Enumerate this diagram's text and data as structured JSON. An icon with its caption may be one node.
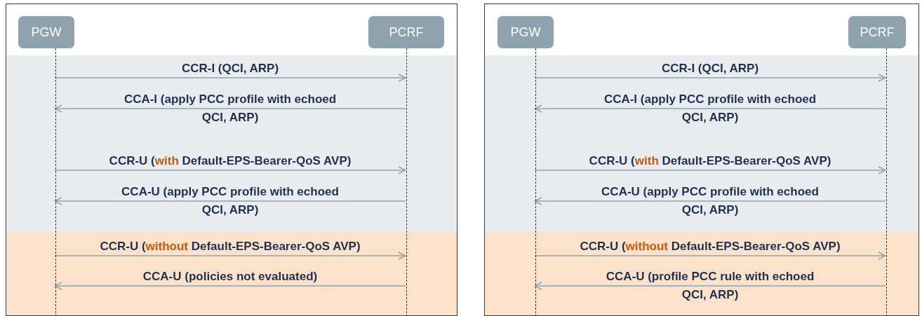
{
  "diagram": {
    "nodes": [
      {
        "text": [],
        "shape": "box"
      },
      {
        "text": [
          "PGW"
        ],
        "in": 0
      },
      {
        "text": [
          "PCRF"
        ],
        "in": 0
      },
      {
        "text": [],
        "shape": "box"
      },
      {
        "text": [
          "PGW"
        ],
        "in": 3
      },
      {
        "text": [
          "PCRF"
        ],
        "in": 3
      }
    ],
    "edges": [
      {
        "from": 1,
        "to": 2,
        "arrow": "to",
        "label": "CCR-I (QCI, ARP)"
      },
      {
        "from": 2,
        "to": 1,
        "arrow": "to",
        "label": "CCA-I (apply PCC profile with echoed QCI, ARP)"
      },
      {
        "from": 1,
        "to": 2,
        "arrow": "to",
        "label": "CCR-U (**with** Default-EPS-Bearer-QoS AVP)"
      },
      {
        "from": 2,
        "to": 1,
        "arrow": "to",
        "label": "CCA-U (apply PCC profile with echoed QCI, ARP)"
      },
      {
        "from": 1,
        "to": 2,
        "arrow": "to",
        "label": "CCR-U (**without** Default-EPS-Bearer-QoS AVP)"
      },
      {
        "from": 2,
        "to": 1,
        "arrow": "to",
        "label": "CCA-U (policies not evaluated)"
      },
      {
        "from": 4,
        "to": 5,
        "arrow": "to",
        "label": "CCR-I (QCI, ARP)"
      },
      {
        "from": 5,
        "to": 4,
        "arrow": "to",
        "label": "CCA-I (apply PCC profile with echoed QCI, ARP)"
      },
      {
        "from": 4,
        "to": 5,
        "arrow": "to",
        "label": "CCR-U (**with** Default-EPS-Bearer-QoS AVP)"
      },
      {
        "from": 5,
        "to": 4,
        "arrow": "to",
        "label": "CCA-U (apply PCC profile with echoed QCI, ARP)"
      },
      {
        "from": 4,
        "to": 5,
        "arrow": "to",
        "label": "CCR-U (**without** Default-EPS-Bearer-QoS AVP)"
      },
      {
        "from": 5,
        "to": 4,
        "arrow": "to",
        "label": "CCA-U (profile PCC rule with echoed QCI, ARP)"
      }
    ]
  }
}
